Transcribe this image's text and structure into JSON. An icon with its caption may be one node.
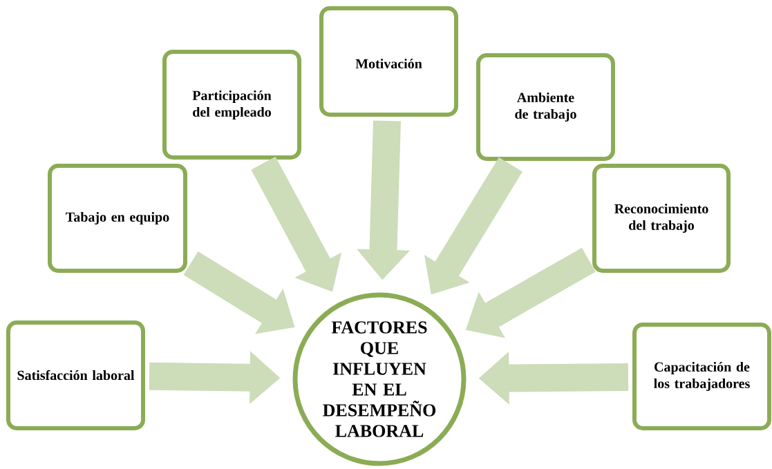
{
  "diagram": {
    "nodes": [
      {
        "text": [
          "Satisfacción laboral"
        ]
      },
      {
        "text": [
          "Tabajo en equipo"
        ]
      },
      {
        "text": [
          "Participación del empleado"
        ]
      },
      {
        "text": [
          "Motivación"
        ]
      },
      {
        "text": [
          "Ambiente de trabajo"
        ]
      },
      {
        "text": [
          "Reconocimiento del trabajo"
        ]
      },
      {
        "text": [
          "Capacitación de los trabajadores"
        ]
      },
      {
        "text": [
          "FACTORES QUE INFLUYEN EN EL DESEMPEÑO LABORAL"
        ]
      }
    ],
    "edges": [
      {
        "from": 0,
        "to": 7,
        "arrow": "to"
      },
      {
        "from": 1,
        "to": 7,
        "arrow": "to"
      },
      {
        "from": 2,
        "to": 7,
        "arrow": "to"
      },
      {
        "from": 3,
        "to": 7,
        "arrow": "to"
      },
      {
        "from": 4,
        "to": 7,
        "arrow": "to"
      },
      {
        "from": 5,
        "to": 7,
        "arrow": "to"
      },
      {
        "from": 6,
        "to": 7,
        "arrow": "to"
      }
    ]
  }
}
